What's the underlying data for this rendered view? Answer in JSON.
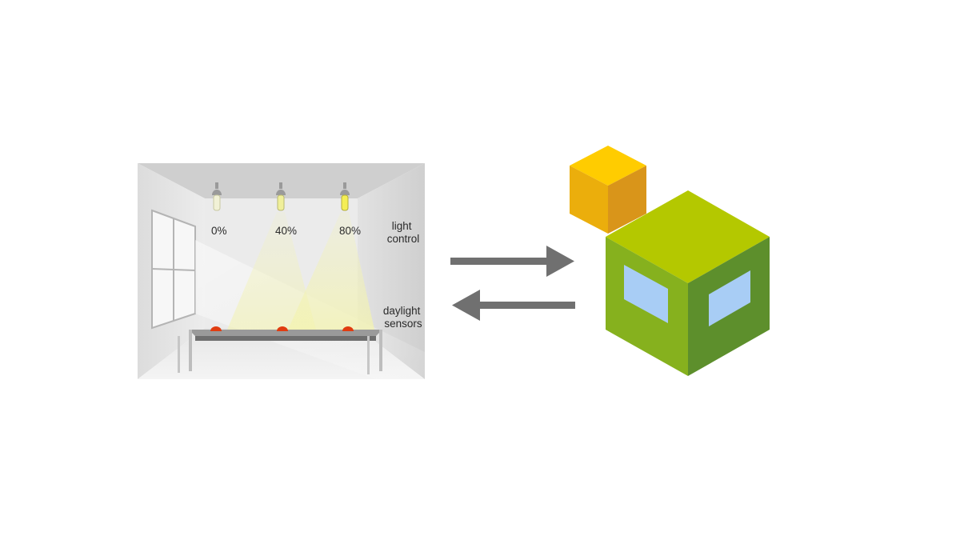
{
  "room": {
    "lamps": [
      {
        "label": "0%",
        "level": 0
      },
      {
        "label": "40%",
        "level": 0.4
      },
      {
        "label": "80%",
        "level": 0.8
      }
    ],
    "light_control_label": [
      "light",
      "control"
    ],
    "daylight_sensors_label": [
      "daylight",
      "sensors"
    ]
  },
  "arrows": {
    "top_direction": "right",
    "bottom_direction": "left",
    "color": "#707070"
  },
  "cubes": {
    "small_color": "#f0b400",
    "large_color": "#8ab51a",
    "window_color": "#a8cdf5"
  }
}
